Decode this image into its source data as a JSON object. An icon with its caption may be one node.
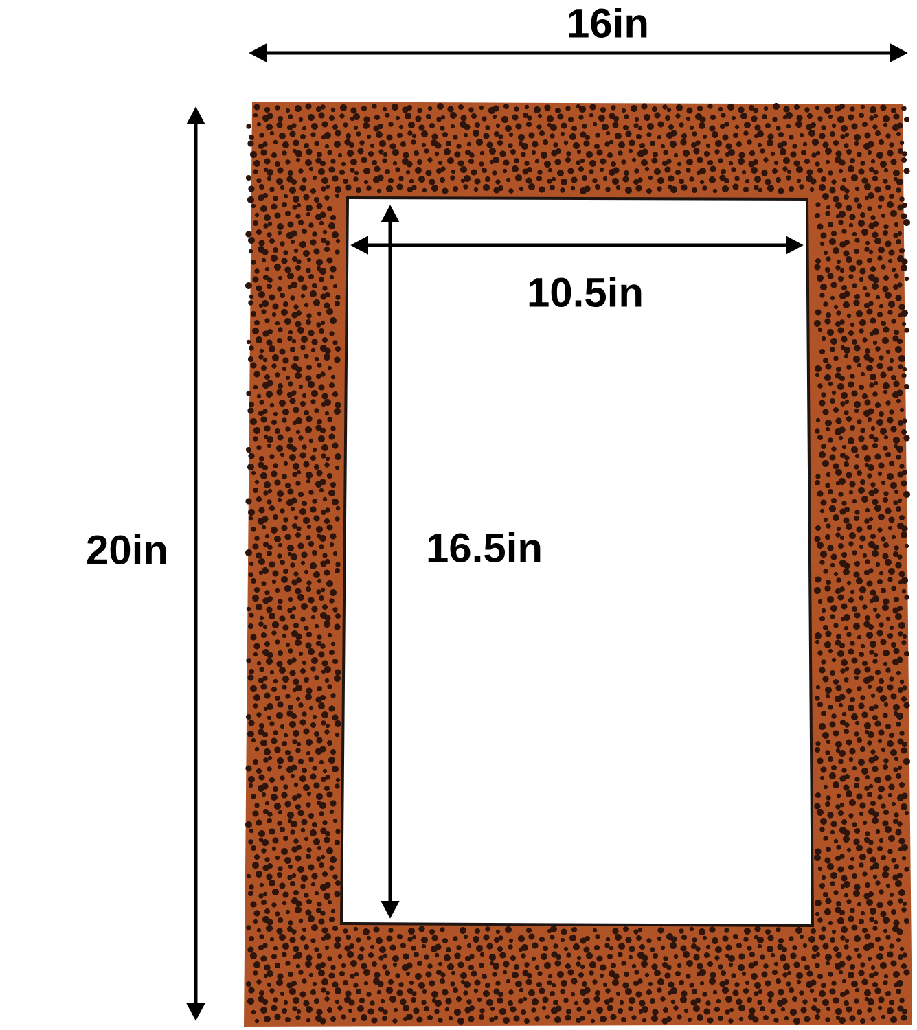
{
  "diagram": {
    "labels": [
      "16in",
      "10.5in",
      "20in",
      "16.5in"
    ]
  }
}
